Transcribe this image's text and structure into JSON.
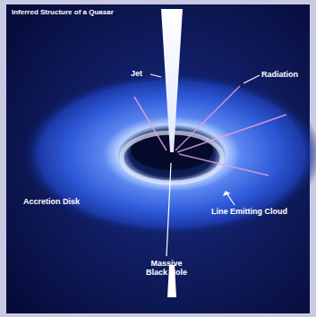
{
  "diagram": {
    "title": "Inferred Structure of a Quasar",
    "labels": [
      "Jet",
      "Radiation",
      "Accretion Disk",
      "Line Emitting Cloud",
      "Massive Black Hole"
    ]
  }
}
